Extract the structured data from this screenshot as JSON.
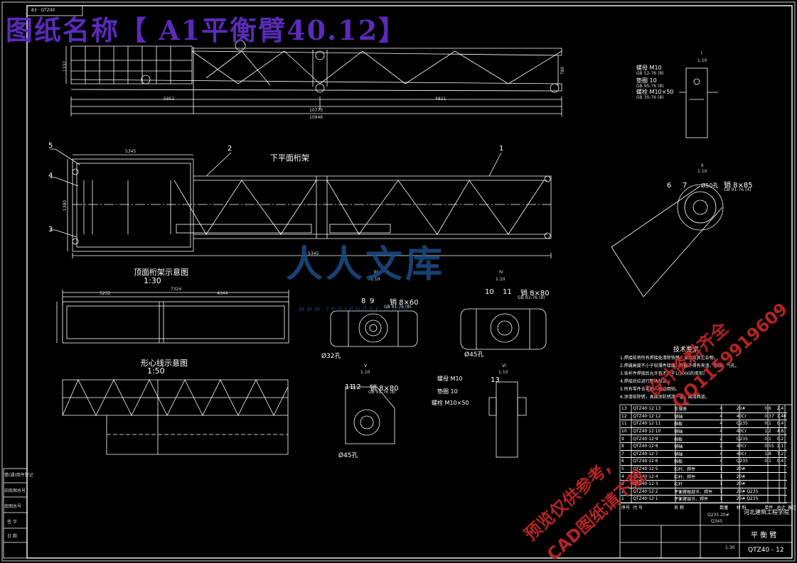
{
  "title": {
    "drawing_name": "图纸名称【 A1平衡臂40.12】",
    "stamp": "83 · QTZ40"
  },
  "views": {
    "top_label": "下平面桁架",
    "top_chord": "顶面桁架示意图",
    "top_chord_scale": "1:30",
    "profile": "形心线示意图",
    "profile_scale": "1:50",
    "tech_title": "技术要求"
  },
  "dims": {
    "d1": "5952",
    "d2": "4821",
    "d3": "10773",
    "d4": "10946",
    "d5": "5345",
    "d6": "5345",
    "d7": "5252",
    "d8": "7324",
    "d9": "4044",
    "h1": "1332",
    "h2": "780",
    "h3": "1380"
  },
  "balloons": [
    "5",
    "2",
    "1",
    "4",
    "3",
    "6",
    "7",
    "8",
    "9",
    "10",
    "11",
    "11",
    "12",
    "13"
  ],
  "section_marks": [
    "I",
    "II",
    "III",
    "IV",
    "V",
    "VI",
    "1:10",
    "1:10",
    "1:10",
    "1:10",
    "1:10",
    "1:10"
  ],
  "callouts": {
    "nut_m10": "螺母 M10",
    "nut_m10_std": "GB 52-76 (8)",
    "washer": "垫圈 10",
    "washer_std": "GB 95-76 (8)",
    "bolt": "螺栓 M10×50",
    "bolt_std": "GB 30-76 (8)",
    "pin_850": "销 8×85",
    "pin_850_std": "GB 91-76 (4)",
    "dia50": "Ø50孔",
    "pin_860": "销 8×60",
    "pin_860_std": "GB 91-76 (8)",
    "dia32": "Ø32孔",
    "pin_880a": "销 8×80",
    "pin_880a_std": "GB 91-76 (8)",
    "dia45a": "Ø45孔",
    "pin_880b": "销 8×80",
    "pin_880b_std": "GB 91-76 (8)",
    "dia45b": "Ø45孔",
    "nut_m10b": "螺母 M10",
    "washer_b": "垫圈 10",
    "bolt_b": "螺栓 M10×50"
  },
  "notes": [
    "1.焊接前将所有焊接处清除铁锈、油污及其它杂物。",
    "2.焊缝高度不小于较薄件厚度，焊缝不得有夹渣、裂纹、气孔。",
    "3.各杆件焊接后允许有不大于1/1000的变形。",
    "4.焊接后应进行整体校正。",
    "5.所有零件去毛刺、锐边倒钝。",
    "6.涂漆前除锈，表面涂防锈漆一道，面漆两道。"
  ],
  "bom_header": [
    "序号",
    "代 号",
    "名 称",
    "数量",
    "材 料",
    "单件",
    "总计",
    "备注"
  ],
  "bom": [
    [
      "13",
      "QTZ40·12·13",
      "支撑座",
      "4",
      "20#",
      "0.6",
      "2.4"
    ],
    [
      "12",
      "QTZ40·12·12",
      "销轴",
      "4",
      "40Cr",
      "0.37",
      "1.48"
    ],
    [
      "11",
      "QTZ40·12·11",
      "挡板",
      "4",
      "Q235",
      "0.1",
      "0.4"
    ],
    [
      "10",
      "QTZ40·12·10",
      "销轴",
      "4",
      "40Cr",
      "1.2",
      "4.8"
    ],
    [
      "9",
      "QTZ40·12·9",
      "挡板",
      "2",
      "Q235",
      "0.1",
      "0.2"
    ],
    [
      "8",
      "QTZ40·12·8",
      "销轴",
      "2",
      "40Cr",
      "0.55",
      "1.1"
    ],
    [
      "7",
      "QTZ40·12·7",
      "销轴",
      "4",
      "40Cr",
      "1.8",
      "7.2"
    ],
    [
      "6",
      "QTZ40·12·6",
      "挡板",
      "4",
      "Q235",
      "0.1",
      "0.4"
    ],
    [
      "5",
      "QTZ40·12·5",
      "栏杆、焊件",
      "1",
      "20#",
      "",
      ""
    ],
    [
      "4",
      "QTZ40·12·4",
      "栏杆、焊件",
      "1",
      "20#",
      "",
      ""
    ],
    [
      "3",
      "QTZ40·12·3",
      "栏杆",
      "1",
      "20#",
      "",
      ""
    ],
    [
      "2",
      "QTZ40·12·2",
      "平衡臂根部节、焊件",
      "1",
      "20# Q235",
      "",
      ""
    ],
    [
      "1",
      "QTZ40·12·1",
      "平衡臂端节、焊件",
      "1",
      "20# Q235",
      "",
      ""
    ]
  ],
  "titleblock": {
    "school": "河北建筑工程学院",
    "part": "平 衡 臂",
    "code": "QTZ40 - 12",
    "material": "Q235 20#",
    "material2": "Q345",
    "scale": "1:30"
  },
  "left_strip": [
    "借(通)用件登记",
    "旧底图总号",
    "底图总号",
    "签 字",
    "日 期"
  ],
  "watermark": {
    "main": "人人文库",
    "url": "www.renrendoc.com"
  },
  "red_stamp": [
    "预览仅供参考,",
    "CAD图纸请下载",
    "设计资料齐全",
    "QQ1159919609"
  ],
  "colors": {
    "line": "#ffffff",
    "title": "#5a2bb8",
    "watermark": "#1c4d86",
    "stamp": "#c62828"
  }
}
